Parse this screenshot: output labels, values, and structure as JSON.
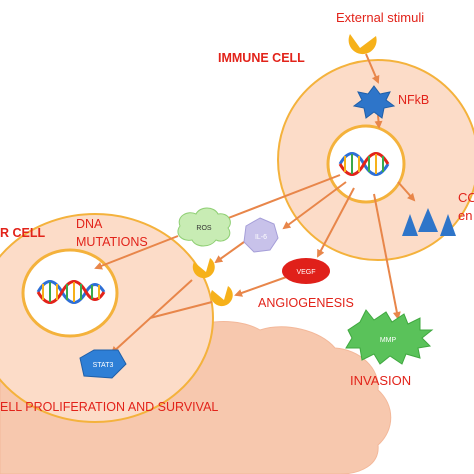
{
  "labels": {
    "external_stimuli": "External stimuli",
    "immune_cell": "IMMUNE CELL",
    "nfkb": "NFkB",
    "cytokines_line1": "CO",
    "cytokines_line2": "en",
    "tumor_cell": "R CELL",
    "dna_mutations_line1": "DNA",
    "dna_mutations_line2": "MUTATIONS",
    "ros": "ROS",
    "il6": "IL-6",
    "vegf": "VEGF",
    "angiogenesis": "ANGIOGENESIS",
    "mmp": "MMP",
    "invasion": "INVASION",
    "stat3": "STAT3",
    "proliferation": "ELL PROLIFERATION AND SURVIVAL"
  },
  "colors": {
    "red_label": "#e2231a",
    "arrow": "#e8864a",
    "cell_fill": "#fcdcc8",
    "cell_border": "#f4b23c",
    "nucleus_border": "#f4b23c",
    "tissue": "#f7c8ae",
    "receptor": "#f6b11a",
    "nfkb": "#2e75c9",
    "vegf": "#e0201a",
    "mmp": "#5ac25a",
    "stat3": "#2e7fd6",
    "ros": "#c8ecb4",
    "il6": "#c8c2ea",
    "triangle": "#2e75c9"
  },
  "icons": {
    "receptor": "receptor-icon",
    "nfkb": "nfkb-star-icon",
    "dna": "dna-helix-icon",
    "triangle": "triangle-icon"
  }
}
